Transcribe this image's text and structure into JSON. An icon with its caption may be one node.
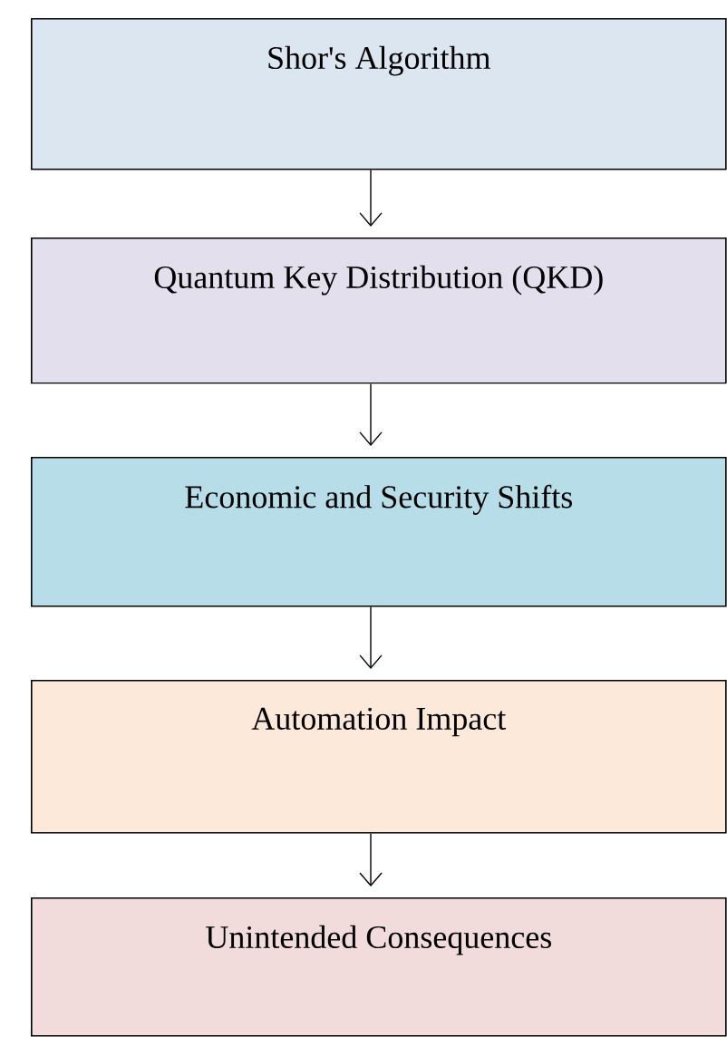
{
  "diagram": {
    "nodes": [
      {
        "text": [
          "Shor's Algorithm"
        ]
      },
      {
        "text": [
          "Quantum Key Distribution (QKD)"
        ]
      },
      {
        "text": [
          "Economic and Security Shifts"
        ]
      },
      {
        "text": [
          "Automation Impact"
        ]
      },
      {
        "text": [
          "Unintended Consequences"
        ]
      }
    ],
    "edges": [
      {
        "from": 0,
        "to": 1,
        "arrow": "to"
      },
      {
        "from": 1,
        "to": 2,
        "arrow": "to"
      },
      {
        "from": 2,
        "to": 3,
        "arrow": "to"
      },
      {
        "from": 3,
        "to": 4,
        "arrow": "to"
      }
    ]
  }
}
